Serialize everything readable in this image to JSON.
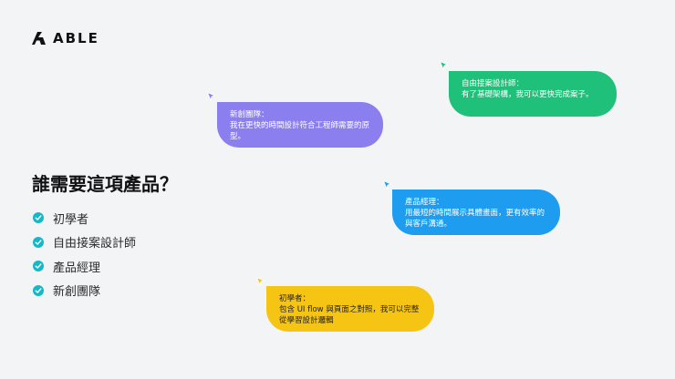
{
  "brand": {
    "name": "ABLE"
  },
  "headline": "誰需要這項產品？",
  "audience": [
    {
      "label": "初學者"
    },
    {
      "label": "自由接案設計師"
    },
    {
      "label": "產品經理"
    },
    {
      "label": "新創團隊"
    }
  ],
  "bubbles": {
    "startup": {
      "who": "新創團隊：",
      "msg": "我在更快的時間設計符合工程師需要的原型。",
      "color": "#8b7ff0"
    },
    "freelancer": {
      "who": "自由接案設計師：",
      "msg": "有了基礎架構，我可以更快完成案子。",
      "color": "#1fc07a"
    },
    "pm": {
      "who": "產品經理：",
      "msg": "用最短的時間展示具體畫面，更有效率的與客戶溝通。",
      "color": "#1d9cf0"
    },
    "beginner": {
      "who": "初學者：",
      "msg": "包含 UI flow 與頁面之對照，我可以完整從學習設計邏輯",
      "color": "#f6c514"
    }
  },
  "colors": {
    "check": "#14b8c8",
    "background": "#f3f4f6"
  },
  "icons": {
    "logo": "able-logo-icon",
    "check": "check-circle-icon",
    "cursor": "cursor-arrow-icon"
  }
}
